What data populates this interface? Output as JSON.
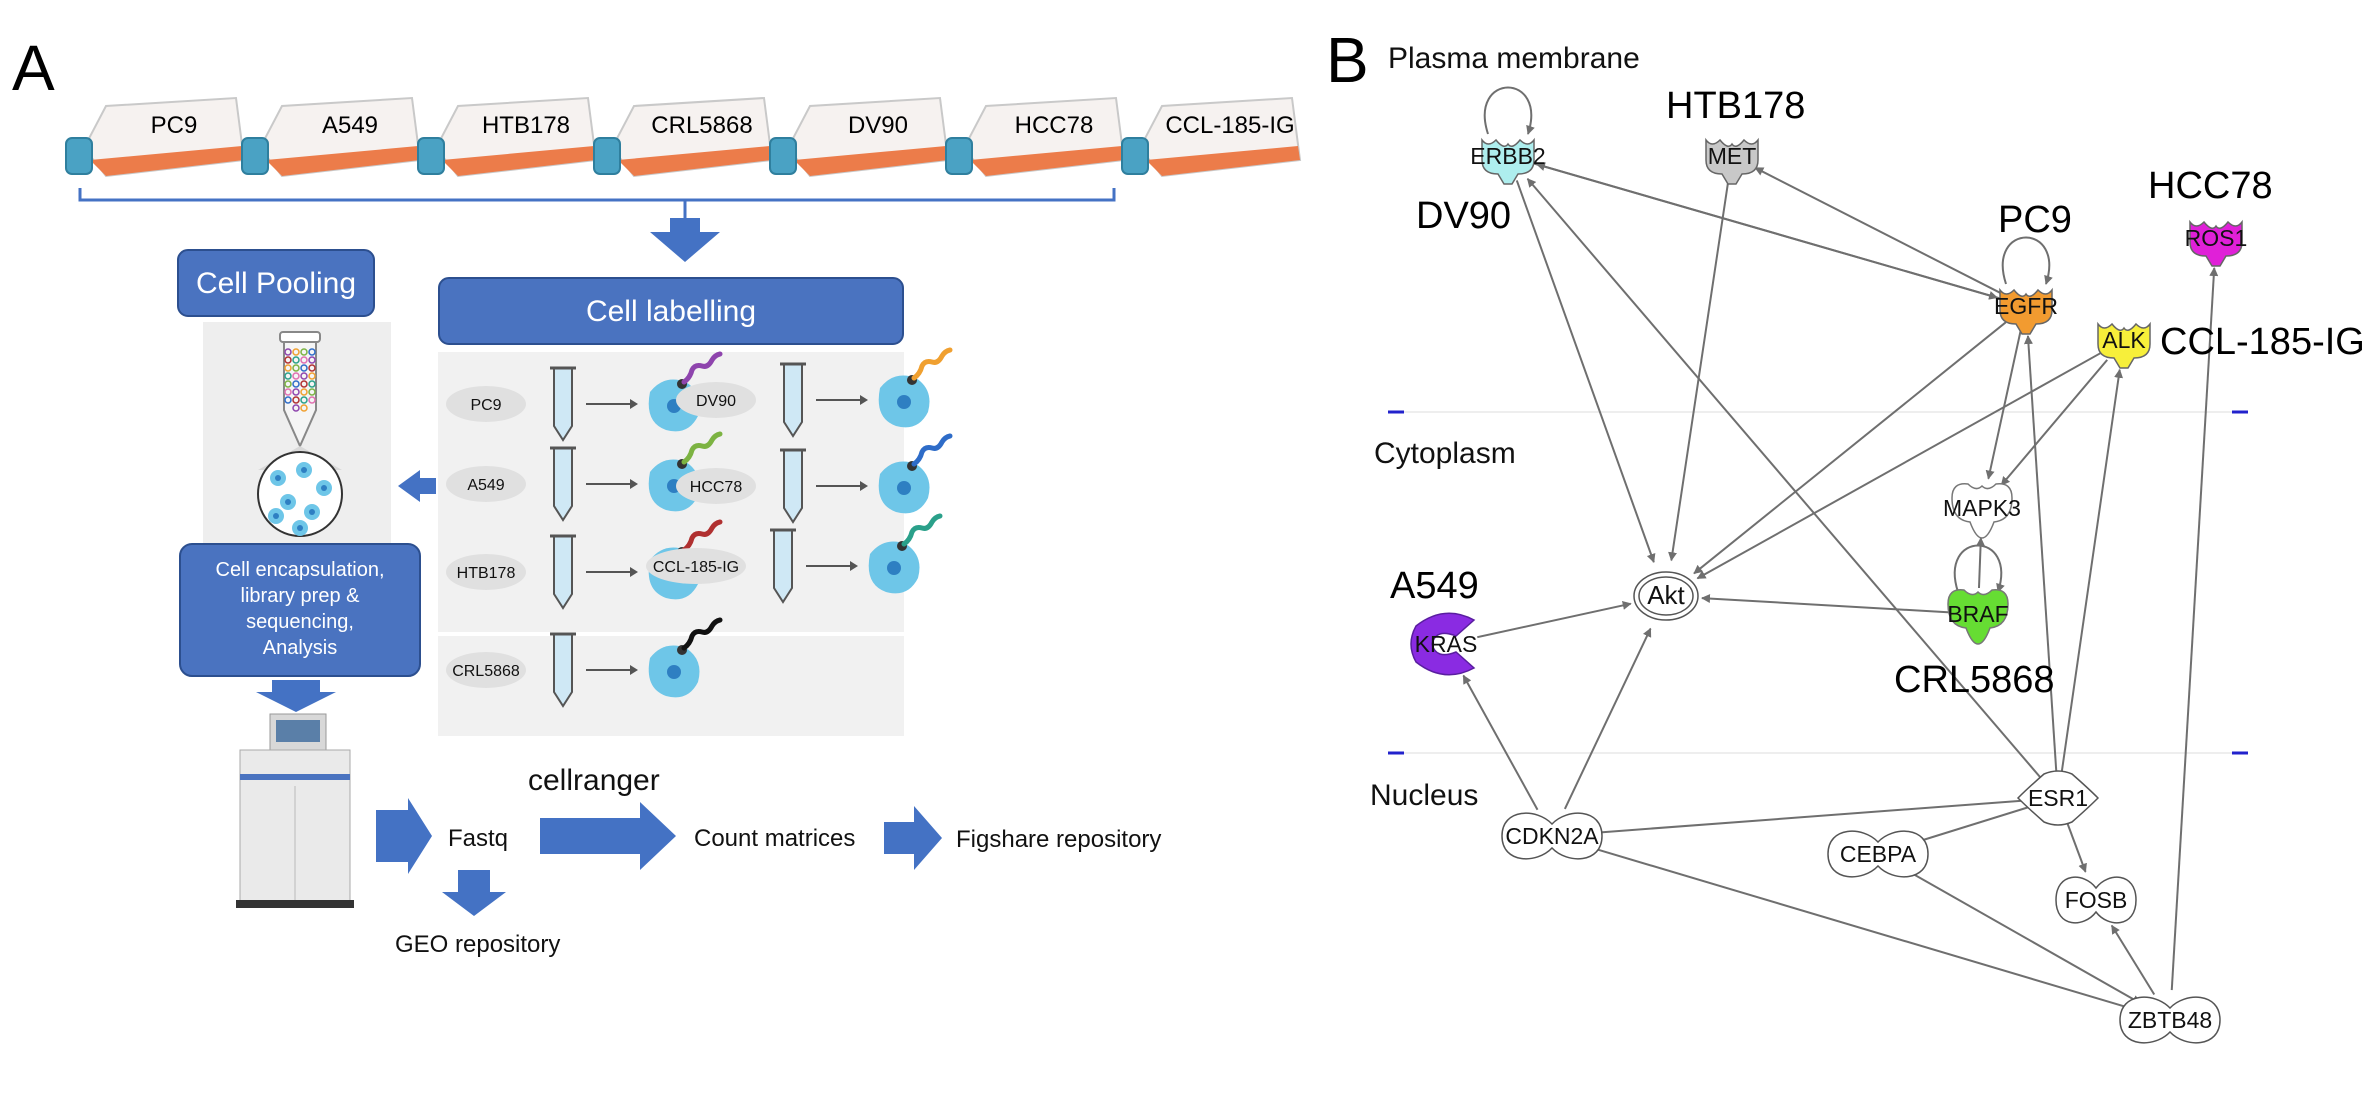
{
  "panel_a": {
    "letter": "A",
    "cell_lines": [
      "PC9",
      "A549",
      "HTB178",
      "CRL5868",
      "DV90",
      "HCC78",
      "CCL-185-IG"
    ],
    "pooling_title": "Cell Pooling",
    "labelling_title": "Cell labelling",
    "labelling_items": [
      {
        "label": "PC9",
        "barcode_color": "#8e44ad"
      },
      {
        "label": "DV90",
        "barcode_color": "#f0a030"
      },
      {
        "label": "A549",
        "barcode_color": "#7cb342"
      },
      {
        "label": "HCC78",
        "barcode_color": "#2e6cc8"
      },
      {
        "label": "HTB178",
        "barcode_color": "#b03030"
      },
      {
        "label": "CCL-185-IG",
        "barcode_color": "#2aa08a"
      },
      {
        "label": "CRL5868",
        "barcode_color": "#111111"
      }
    ],
    "encapsulation_text": [
      "Cell encapsulation,",
      "library prep &",
      "sequencing,",
      "Analysis"
    ],
    "flow": {
      "fastq": "Fastq",
      "cellranger": "cellranger",
      "count_matrices": "Count matrices",
      "figshare": "Figshare repository",
      "geo": "GEO repository"
    },
    "colors": {
      "box_fill": "#4a73c0",
      "box_stroke": "#2c4f8f",
      "arrow": "#4472c4",
      "flask_medium": "#ec7c4a",
      "flask_cap": "#4aa2c4",
      "cell": "#6ec6e8"
    }
  },
  "panel_b": {
    "letter": "B",
    "compartments": [
      "Plasma membrane",
      "Cytoplasm",
      "Nucleus"
    ],
    "nodes": {
      "ERBB2": {
        "label": "ERBB2",
        "color": "#aeeeee"
      },
      "MET": {
        "label": "MET",
        "color": "#c8c8c8"
      },
      "EGFR": {
        "label": "EGFR",
        "color": "#f29b30"
      },
      "ALK": {
        "label": "ALK",
        "color": "#f7ef3a"
      },
      "ROS1": {
        "label": "ROS1",
        "color": "#e020d8"
      },
      "MAPK3": {
        "label": "MAPK3",
        "color": "#ffffff"
      },
      "BRAF": {
        "label": "BRAF",
        "color": "#66dd33"
      },
      "KRAS": {
        "label": "KRAS",
        "color": "#8a2be2"
      },
      "Akt": {
        "label": "Akt",
        "color": "#ffffff"
      },
      "ESR1": {
        "label": "ESR1",
        "color": "#ffffff"
      },
      "CDKN2A": {
        "label": "CDKN2A",
        "color": "#ffffff"
      },
      "CEBPA": {
        "label": "CEBPA",
        "color": "#ffffff"
      },
      "FOSB": {
        "label": "FOSB",
        "color": "#ffffff"
      },
      "ZBTB48": {
        "label": "ZBTB48",
        "color": "#ffffff"
      }
    },
    "cell_line_labels": {
      "ERBB2": "DV90",
      "MET": "HTB178",
      "EGFR": "PC9",
      "ALK": "CCL-185-IG",
      "ROS1": "HCC78",
      "BRAF": "CRL5868",
      "KRAS": "A549"
    },
    "edges": [
      [
        "ERBB2",
        "Akt"
      ],
      [
        "MET",
        "Akt"
      ],
      [
        "EGFR",
        "ERBB2"
      ],
      [
        "ERBB2",
        "EGFR"
      ],
      [
        "EGFR",
        "MET"
      ],
      [
        "EGFR",
        "Akt"
      ],
      [
        "EGFR",
        "MAPK3"
      ],
      [
        "ALK",
        "Akt"
      ],
      [
        "ALK",
        "MAPK3"
      ],
      [
        "BRAF",
        "Akt"
      ],
      [
        "BRAF",
        "MAPK3"
      ],
      [
        "KRAS",
        "Akt"
      ],
      [
        "ESR1",
        "ERBB2"
      ],
      [
        "ESR1",
        "EGFR"
      ],
      [
        "ESR1",
        "ALK"
      ],
      [
        "ESR1",
        "CDKN2A"
      ],
      [
        "ESR1",
        "CEBPA"
      ],
      [
        "ESR1",
        "FOSB"
      ],
      [
        "CDKN2A",
        "KRAS"
      ],
      [
        "CDKN2A",
        "Akt"
      ],
      [
        "CEBPA",
        "ZBTB48"
      ],
      [
        "ZBTB48",
        "CDKN2A"
      ],
      [
        "ZBTB48",
        "FOSB"
      ],
      [
        "ZBTB48",
        "ROS1"
      ]
    ]
  }
}
